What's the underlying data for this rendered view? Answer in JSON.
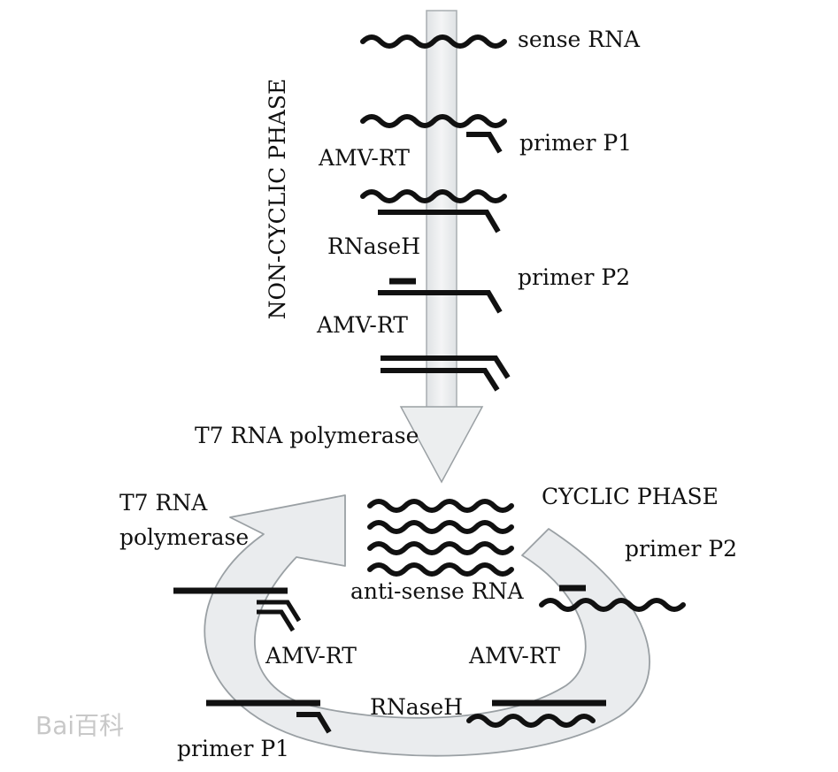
{
  "noncyclic": {
    "phase_label": "NON-CYCLIC PHASE",
    "sense_rna": "sense RNA",
    "primer_p1": "primer P1",
    "amv_rt_1": "AMV-RT",
    "rnase_h": "RNaseH",
    "primer_p2": "primer P2",
    "amv_rt_2": "AMV-RT",
    "t7_polymerase": "T7 RNA polymerase"
  },
  "cyclic": {
    "phase_label": "CYCLIC PHASE",
    "t7_line1": "T7 RNA",
    "t7_line2": "polymerase",
    "primer_p2": "primer P2",
    "anti_sense_rna": "anti-sense RNA",
    "amv_rt_left": "AMV-RT",
    "amv_rt_right": "AMV-RT",
    "rnase_h": "RNaseH",
    "primer_p1": "primer P1"
  },
  "watermark": "Bai百科",
  "colors": {
    "ink": "#111111",
    "arrow_fill": "#e9ebec",
    "arrow_stroke": "#9aa0a4",
    "background": "#ffffff"
  }
}
